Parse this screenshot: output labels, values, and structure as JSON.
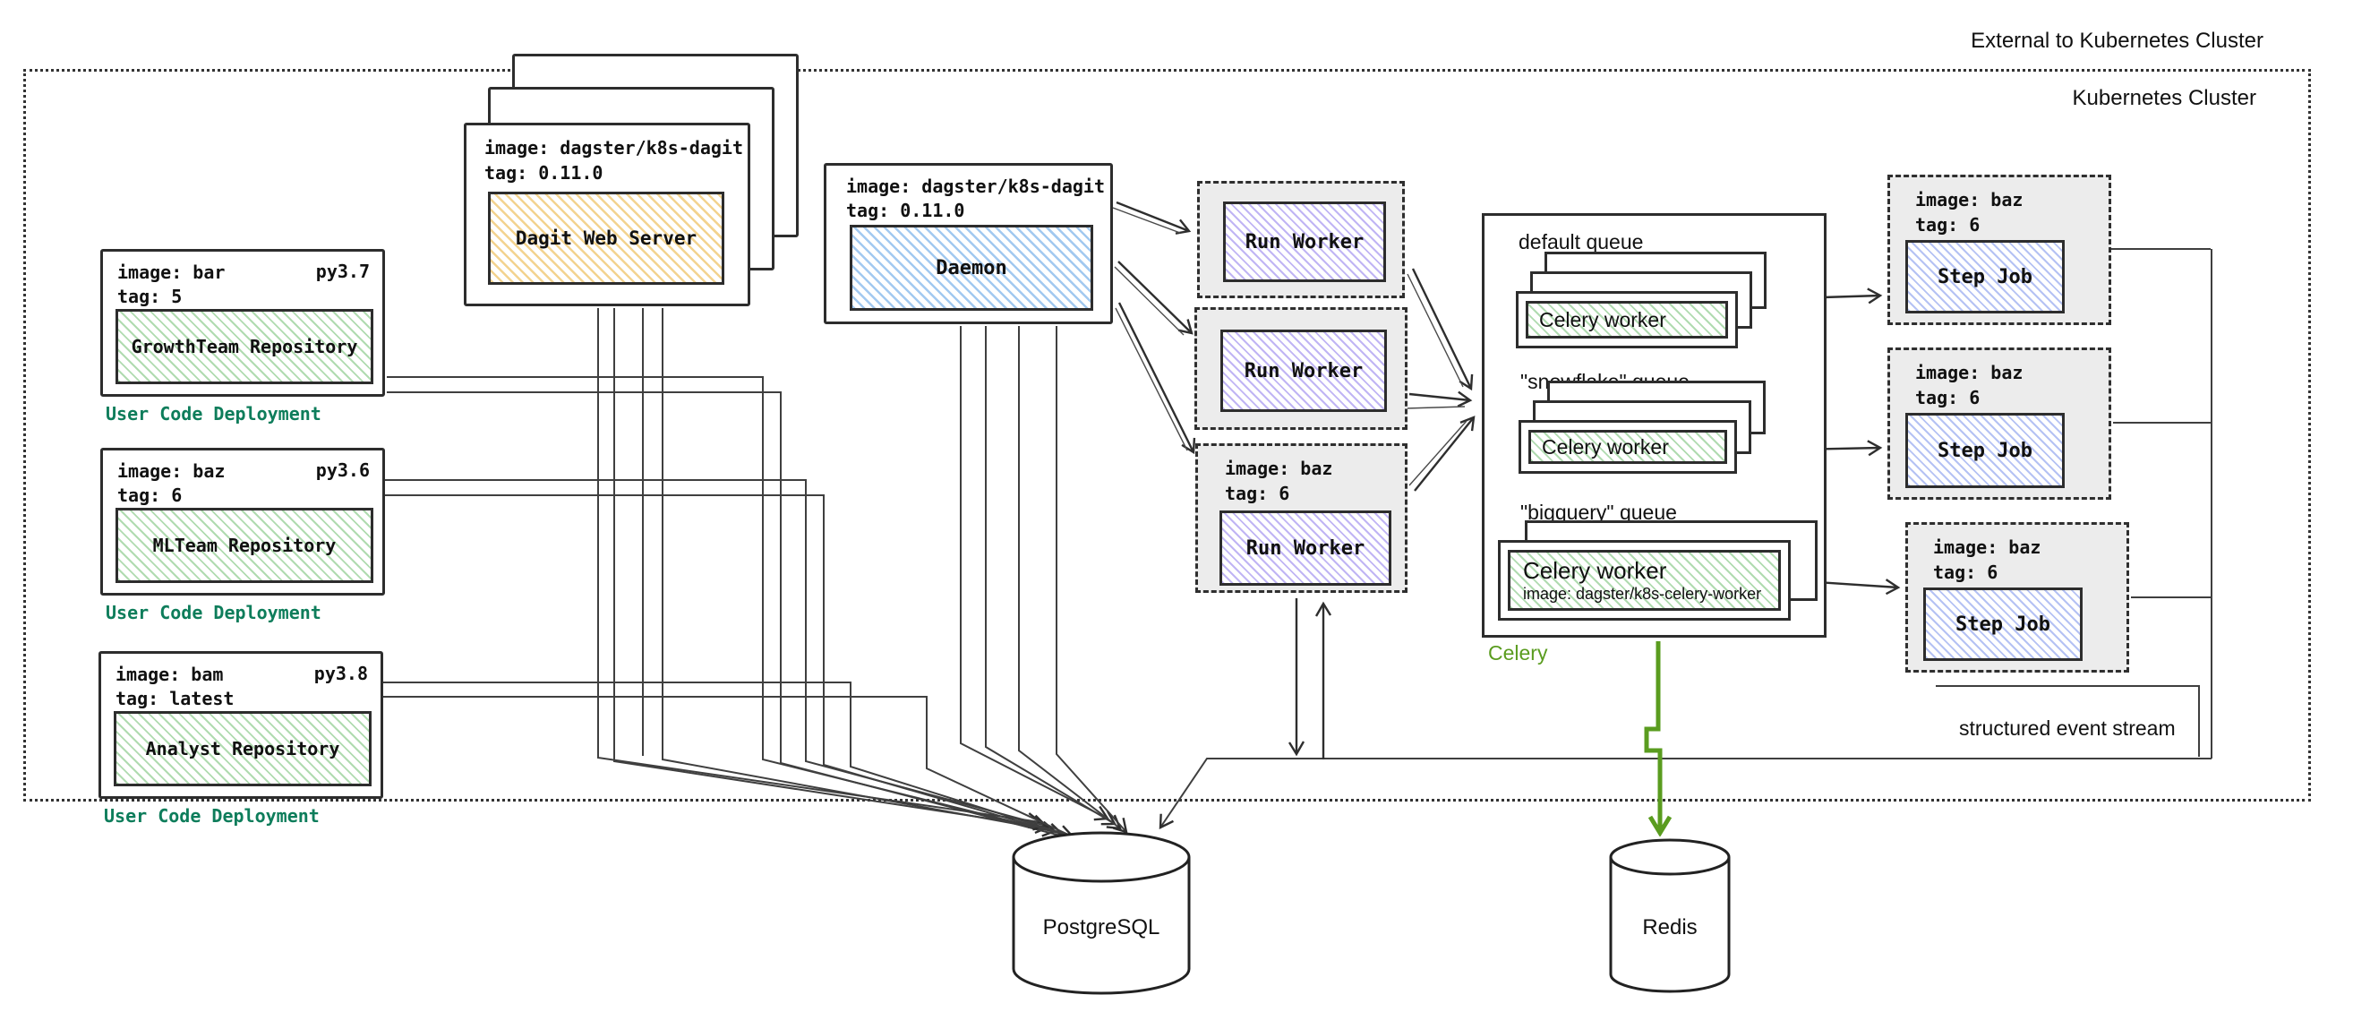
{
  "cluster": {
    "external_label": "External to Kubernetes Cluster",
    "label": "Kubernetes Cluster"
  },
  "user_code_deployments": [
    {
      "image": "image: bar",
      "python": "py3.7",
      "tag": "tag: 5",
      "repo": "GrowthTeam Repository",
      "caption": "User Code Deployment"
    },
    {
      "image": "image: baz",
      "python": "py3.6",
      "tag": "tag: 6",
      "repo": "MLTeam Repository",
      "caption": "User Code Deployment"
    },
    {
      "image": "image: bam",
      "python": "py3.8",
      "tag": "tag: latest",
      "repo": "Analyst Repository",
      "caption": "User Code Deployment"
    }
  ],
  "dagit": {
    "image": "image: dagster/k8s-dagit",
    "tag": "tag: 0.11.0",
    "label": "Dagit Web Server"
  },
  "daemon": {
    "image": "image: dagster/k8s-dagit",
    "tag": "tag: 0.11.0",
    "label": "Daemon"
  },
  "run_workers": [
    {
      "label": "Run Worker"
    },
    {
      "label": "Run Worker"
    },
    {
      "image": "image: baz",
      "tag": "tag: 6",
      "label": "Run Worker"
    }
  ],
  "celery": {
    "caption": "Celery",
    "queues": [
      {
        "name": "default queue",
        "worker": "Celery worker"
      },
      {
        "name": "\"snowflake\" queue",
        "worker": "Celery worker"
      },
      {
        "name": "\"bigquery\" queue",
        "worker": "Celery worker",
        "worker_image": "image: dagster/k8s-celery-worker"
      }
    ]
  },
  "step_jobs": [
    {
      "image": "image: baz",
      "tag": "tag: 6",
      "label": "Step Job"
    },
    {
      "image": "image: baz",
      "tag": "tag: 6",
      "label": "Step Job"
    },
    {
      "image": "image: baz",
      "tag": "tag: 6",
      "label": "Step Job"
    }
  ],
  "databases": {
    "postgres": "PostgreSQL",
    "redis": "Redis"
  },
  "annotations": {
    "event_stream": "structured event stream"
  },
  "colors": {
    "user_code_green": "#0e7d5b",
    "celery_green": "#5a9c1f",
    "repo_hatch": "#6fbe6f",
    "dagit_hatch": "#ecb84a",
    "daemon_hatch": "#64a5e6",
    "run_worker_hatch": "#8c78ec",
    "step_job_hatch": "#7890ea"
  }
}
